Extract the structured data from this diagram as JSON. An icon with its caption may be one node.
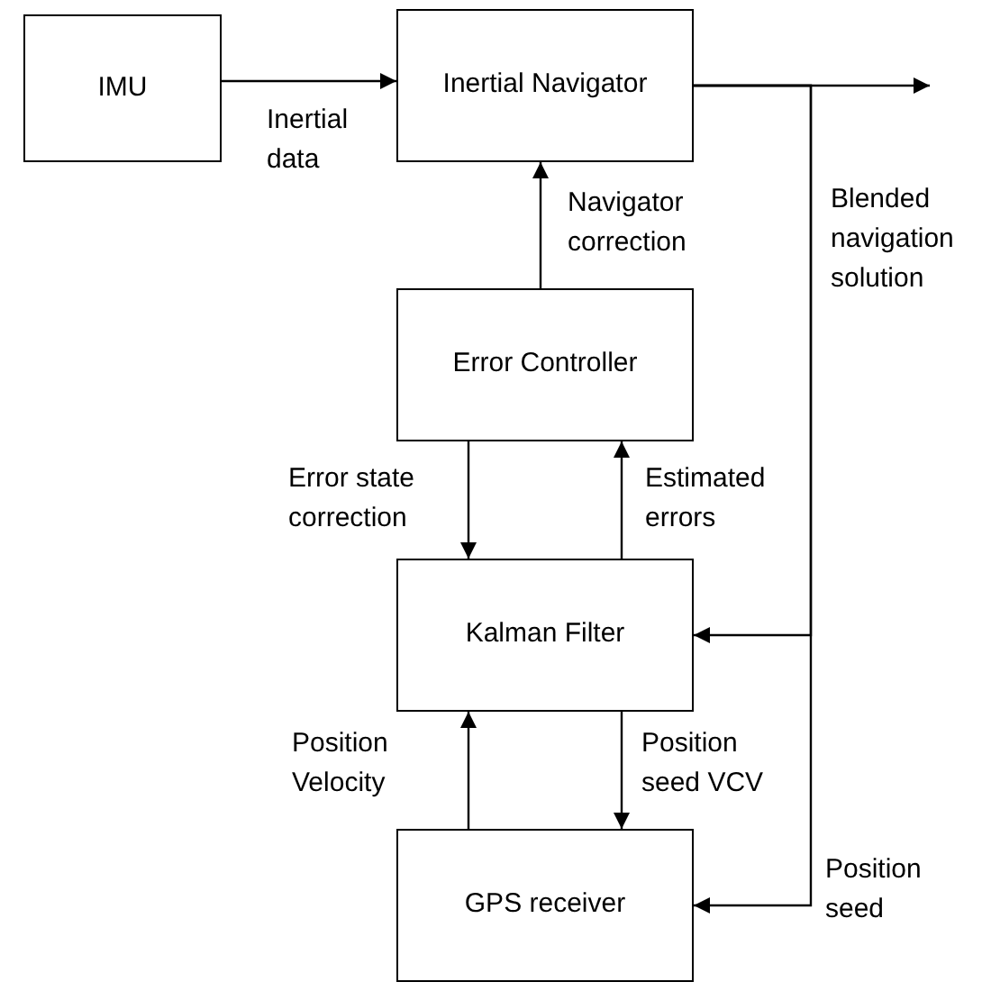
{
  "diagram": {
    "nodes": [
      {
        "text": [
          "IMU"
        ]
      },
      {
        "text": [
          "Inertial Navigator"
        ]
      },
      {
        "text": [
          "Error Controller"
        ]
      },
      {
        "text": [
          "Kalman Filter"
        ]
      },
      {
        "text": [
          "GPS receiver"
        ]
      }
    ],
    "edges": [
      {
        "from": 0,
        "to": 1,
        "arrow": "to",
        "label": "Inertial data"
      },
      {
        "from": 2,
        "to": 1,
        "arrow": "to",
        "label": "Navigator correction"
      },
      {
        "from": 1,
        "to": null,
        "arrow": "to"
      },
      {
        "from": 1,
        "to": 3,
        "arrow": "to"
      },
      {
        "from": 1,
        "to": 4,
        "arrow": "to",
        "label": "Position seed"
      },
      {
        "from": 2,
        "to": 3,
        "arrow": "to",
        "label": "Error state correction"
      },
      {
        "from": 3,
        "to": 2,
        "arrow": "to",
        "label": "Estimated errors"
      },
      {
        "from": 4,
        "to": 3,
        "arrow": "to",
        "label": "Position Velocity"
      },
      {
        "from": 3,
        "to": 4,
        "arrow": "to",
        "label": "Position seed VCV"
      }
    ],
    "labels": [
      "Blended navigation solution"
    ]
  }
}
